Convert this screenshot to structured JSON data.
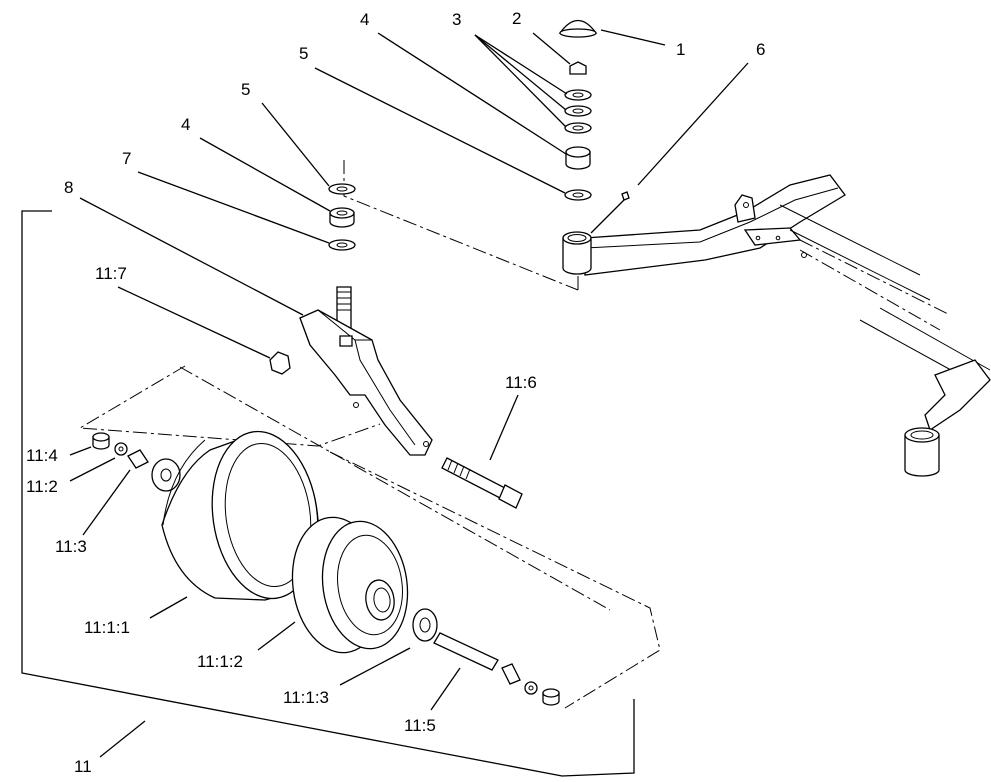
{
  "callouts": {
    "c1": "1",
    "c2": "2",
    "c3": "3",
    "c4a": "4",
    "c5a": "5",
    "c6": "6",
    "c5b": "5",
    "c4b": "4",
    "c7": "7",
    "c8": "8",
    "c11_7": "11:7",
    "c11_6": "11:6",
    "c11_4": "11:4",
    "c11_2": "11:2",
    "c11_3": "11:3",
    "c11_1_1": "11:1:1",
    "c11_1_2": "11:1:2",
    "c11_1_3": "11:1:3",
    "c11_5": "11:5",
    "c11": "11"
  }
}
